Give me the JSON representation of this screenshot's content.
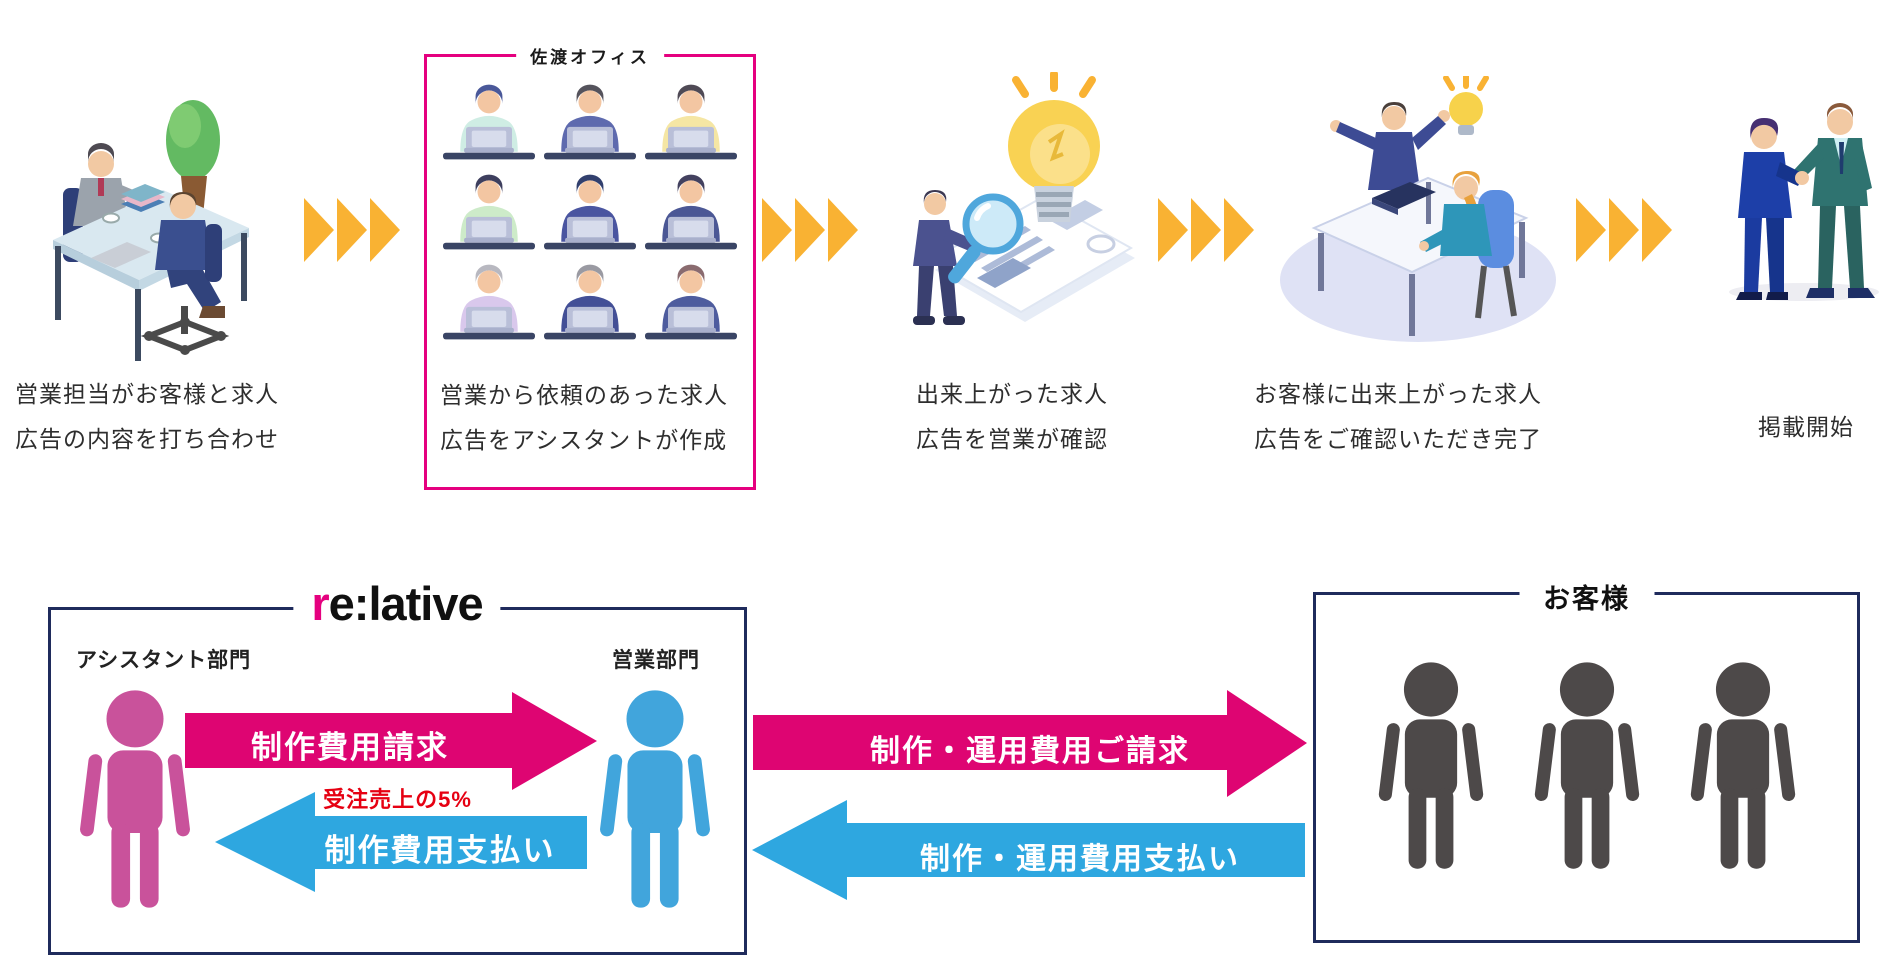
{
  "flow": {
    "office_label": "佐渡オフィス",
    "steps": [
      {
        "line1": "営業担当がお客様と求人",
        "line2": "広告の内容を打ち合わせ"
      },
      {
        "line1": "営業から依頼のあった求人",
        "line2": "広告をアシスタントが作成"
      },
      {
        "line1": "出来上がった求人",
        "line2": "広告を営業が確認"
      },
      {
        "line1": "お客様に出来上がった求人",
        "line2": "広告をご確認いただき完了"
      },
      {
        "line1": "掲載開始"
      }
    ]
  },
  "bottom": {
    "company": {
      "logo_prefix": "r",
      "logo_rest": "e:lative",
      "assistant_dept": "アシスタント部門",
      "sales_dept": "営業部門",
      "request_arrow": "制作費用請求",
      "note": "受注売上の5%",
      "payment_arrow": "制作費用支払い"
    },
    "external": {
      "request_arrow": "制作・運用費用ご請求",
      "payment_arrow": "制作・運用費用支払い"
    },
    "customer": {
      "label": "お客様"
    }
  },
  "colors": {
    "magenta": "#DE0572",
    "pink_border": "#E5007F",
    "blue": "#2EA7E0",
    "navy_border": "#1F2B5C",
    "yellow": "#F9B233",
    "red_note": "#E60012",
    "customer_person": "#4D4949",
    "assistant_person": "#C9529B",
    "sales_person": "#41A5DC"
  }
}
